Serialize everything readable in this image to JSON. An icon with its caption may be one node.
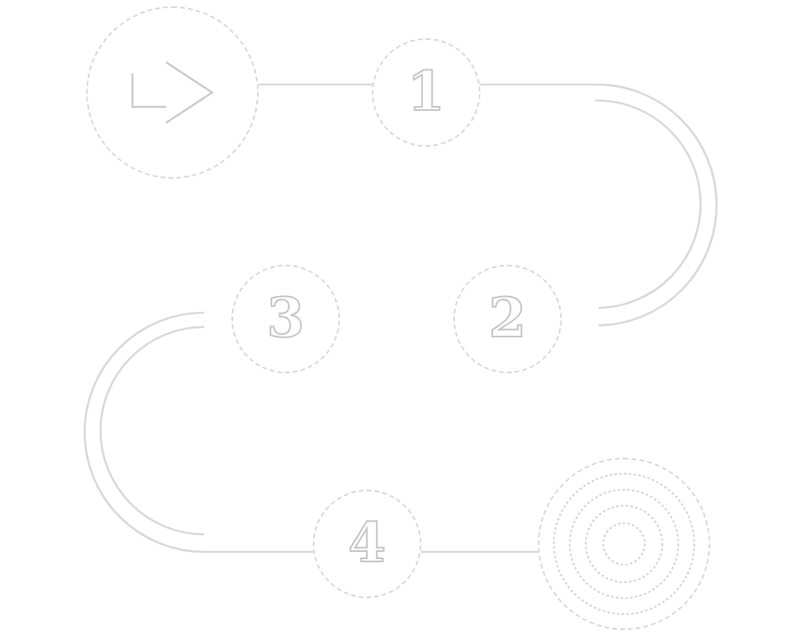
{
  "diagram": {
    "nodes": [
      {
        "text": [],
        "shape": "circle"
      },
      {
        "text": [
          "1"
        ]
      },
      {
        "text": [
          "2"
        ]
      },
      {
        "text": [
          "3"
        ]
      },
      {
        "text": [
          "4"
        ]
      },
      {
        "text": [],
        "shape": "circle"
      }
    ],
    "edges": [
      {
        "from": 0,
        "to": 1,
        "arrow": "none"
      },
      {
        "from": 1,
        "to": 2,
        "arrow": "none"
      },
      {
        "from": 3,
        "to": 4,
        "arrow": "none"
      },
      {
        "from": 4,
        "to": 5,
        "arrow": "none"
      }
    ]
  }
}
